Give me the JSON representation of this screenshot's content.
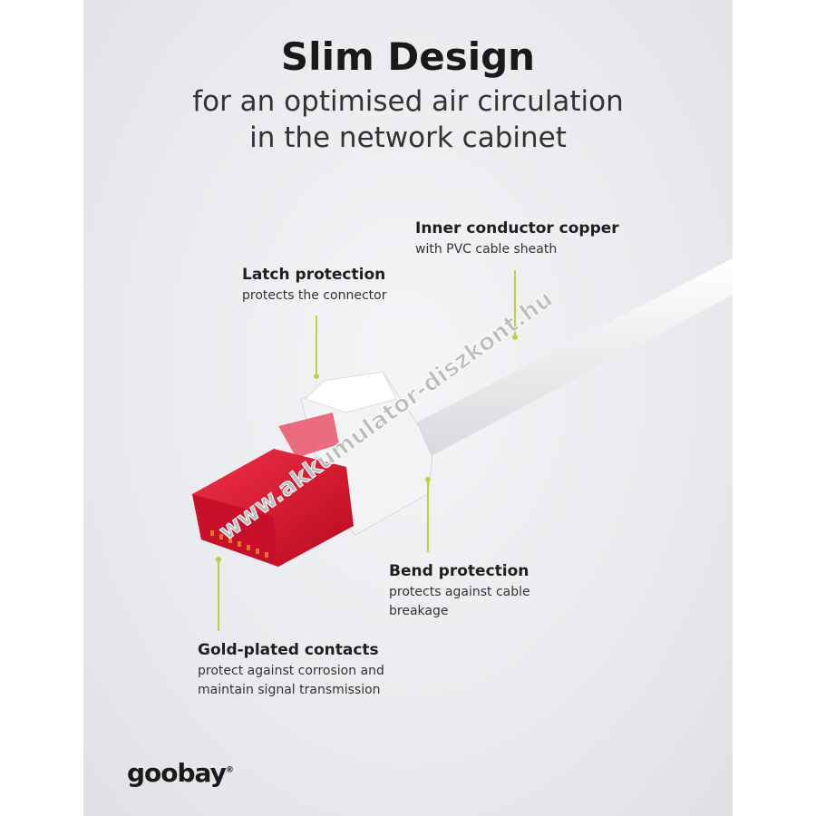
{
  "header": {
    "title": "Slim Design",
    "subtitle_line1": "for an optimised air circulation",
    "subtitle_line2": "in the network cabinet"
  },
  "callouts": [
    {
      "title": "Inner conductor copper",
      "lines": [
        "with PVC cable sheath"
      ]
    },
    {
      "title": "Latch protection",
      "lines": [
        "protects the connector"
      ]
    },
    {
      "title": "Bend protection",
      "lines": [
        "protects against cable",
        "breakage"
      ]
    },
    {
      "title": "Gold-plated contacts",
      "lines": [
        "protect against corrosion and",
        "maintain signal transmission"
      ]
    }
  ],
  "watermark": "www.akkumulator-diszkont.hu",
  "brand": {
    "logo_text": "goobay",
    "accent_color": "#b9d43a",
    "connector_color": "#d8102a"
  }
}
